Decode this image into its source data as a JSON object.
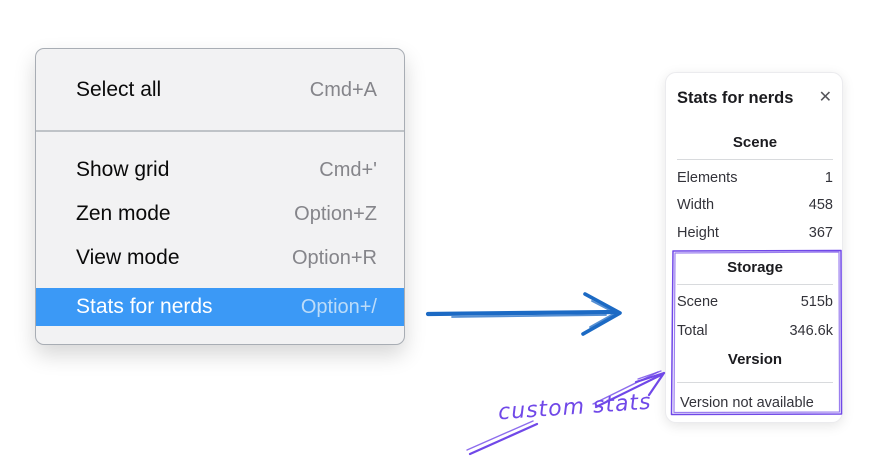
{
  "context_menu": {
    "sections": [
      {
        "items": [
          {
            "label": "Select all",
            "shortcut": "Cmd+A"
          }
        ]
      },
      {
        "items": [
          {
            "label": "Show grid",
            "shortcut": "Cmd+'"
          },
          {
            "label": "Zen mode",
            "shortcut": "Option+Z"
          },
          {
            "label": "View mode",
            "shortcut": "Option+R"
          },
          {
            "label": "Stats for nerds",
            "shortcut": "Option+/",
            "highlighted": true
          }
        ]
      }
    ]
  },
  "stats_panel": {
    "title": "Stats for nerds",
    "close_icon": "✕",
    "scene_section": {
      "heading": "Scene",
      "rows": [
        {
          "label": "Elements",
          "value": "1"
        },
        {
          "label": "Width",
          "value": "458"
        },
        {
          "label": "Height",
          "value": "367"
        }
      ]
    },
    "storage_section": {
      "heading": "Storage",
      "rows": [
        {
          "label": "Scene",
          "value": "515b"
        },
        {
          "label": "Total",
          "value": "346.6k"
        }
      ]
    },
    "version_section": {
      "heading": "Version",
      "note": "Version not available"
    }
  },
  "annotation": {
    "label": "custom stats",
    "colors": {
      "violet": "#7048e8",
      "blue": "#1c6ac4",
      "menu_highlight": "#3b99f6"
    }
  }
}
